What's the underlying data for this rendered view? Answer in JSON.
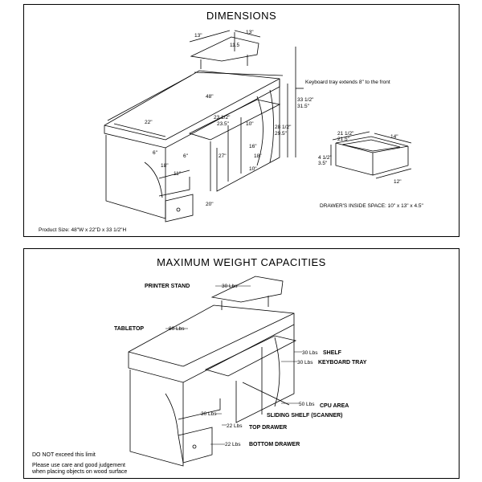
{
  "dimensions": {
    "title": "DIMENSIONS",
    "product_size": "Product Size: 48\"W x 22\"D x 33 1/2\"H",
    "labels": {
      "stand_w1": "13\"",
      "stand_w2": "13\"",
      "stand_h": "11.5",
      "top_w": "48\"",
      "top_d": "22\"",
      "tray_w1": "23 1/2\"",
      "tray_w2": "23.5\"",
      "h_total1": "33 1/2\"",
      "h_total2": "31.5\"",
      "h_tray1": "28 1/2\"",
      "h_tray2": "29.5\"",
      "cpu_w": "10\"",
      "cpu_h": "16\"",
      "cpu_d": "18\"",
      "shelf_h": "27\"",
      "side_d": "18\"",
      "left_6": "6\"",
      "left_11": "11\"",
      "left_6b": "6\"",
      "bottom_20": "20\"",
      "bottom_10": "10\""
    },
    "tray_note": "Keyboard tray extends 8\" to the front",
    "drawer": {
      "w_top1": "21 1/2\"",
      "w_top2": "21.5\"",
      "d_top": "14\"",
      "h_side1": "4 1/2\"",
      "h_side2": "3.5\"",
      "d_side": "12\"",
      "inside_space": "DRAWER'S INSIDE SPACE: 10\" x 13\" x 4.5\""
    }
  },
  "weights": {
    "title": "MAXIMUM WEIGHT CAPACITIES",
    "items": [
      {
        "label": "PRINTER STAND",
        "value": "30 Lbs"
      },
      {
        "label": "TABLETOP",
        "value": "80 Lbs"
      },
      {
        "label": "SHELF",
        "value": "30 Lbs"
      },
      {
        "label": "KEYBOARD TRAY",
        "value": "30 Lbs"
      },
      {
        "label": "CPU AREA",
        "value": "50 Lbs"
      },
      {
        "label": "SLIDING SHELF (SCANNER)",
        "value": "30 Lbs"
      },
      {
        "label": "TOP DRAWER",
        "value": "22 Lbs"
      },
      {
        "label": "BOTTOM DRAWER",
        "value": "22 Lbs"
      }
    ],
    "warning": "DO NOT exceed this limit",
    "advice_line1": "Please use care and good judgement",
    "advice_line2": "when placing objects on wood surface"
  }
}
